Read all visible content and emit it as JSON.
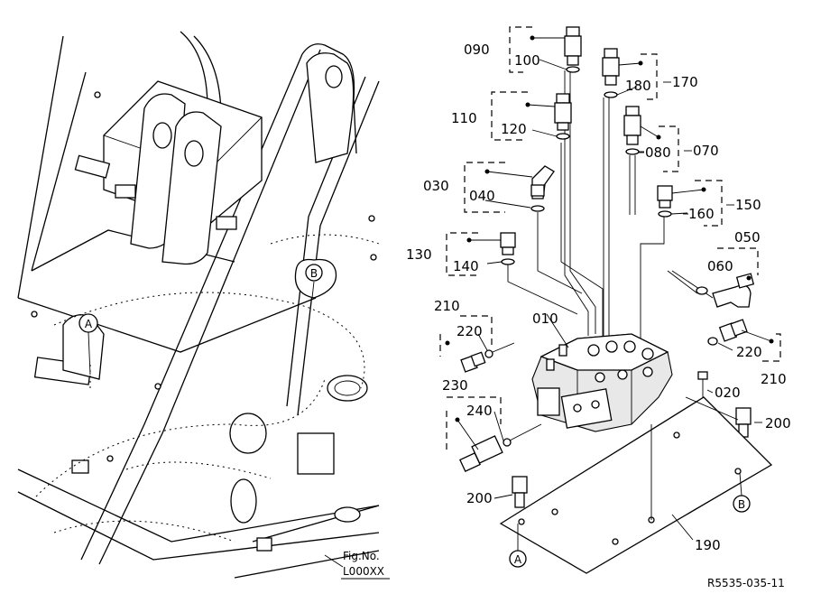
{
  "labels": {
    "p090": "090",
    "p100": "100",
    "p170": "170",
    "p180": "180",
    "p110": "110",
    "p120": "120",
    "p080": "080",
    "p070": "070",
    "p030": "030",
    "p040": "040",
    "p150": "150",
    "p160": "160",
    "p050": "050",
    "p060": "060",
    "p130": "130",
    "p140": "140",
    "p010": "010",
    "p210a": "210",
    "p220a": "220",
    "p220b": "220",
    "p210b": "210",
    "p020": "020",
    "p230": "230",
    "p240": "240",
    "p200a": "200",
    "p200b": "200",
    "p190": "190"
  },
  "markers": {
    "a": "A",
    "b": "B"
  },
  "fig_no": {
    "label": "Fig.No.",
    "code": "L000XX"
  },
  "drawing_code": "R5535-035-11"
}
